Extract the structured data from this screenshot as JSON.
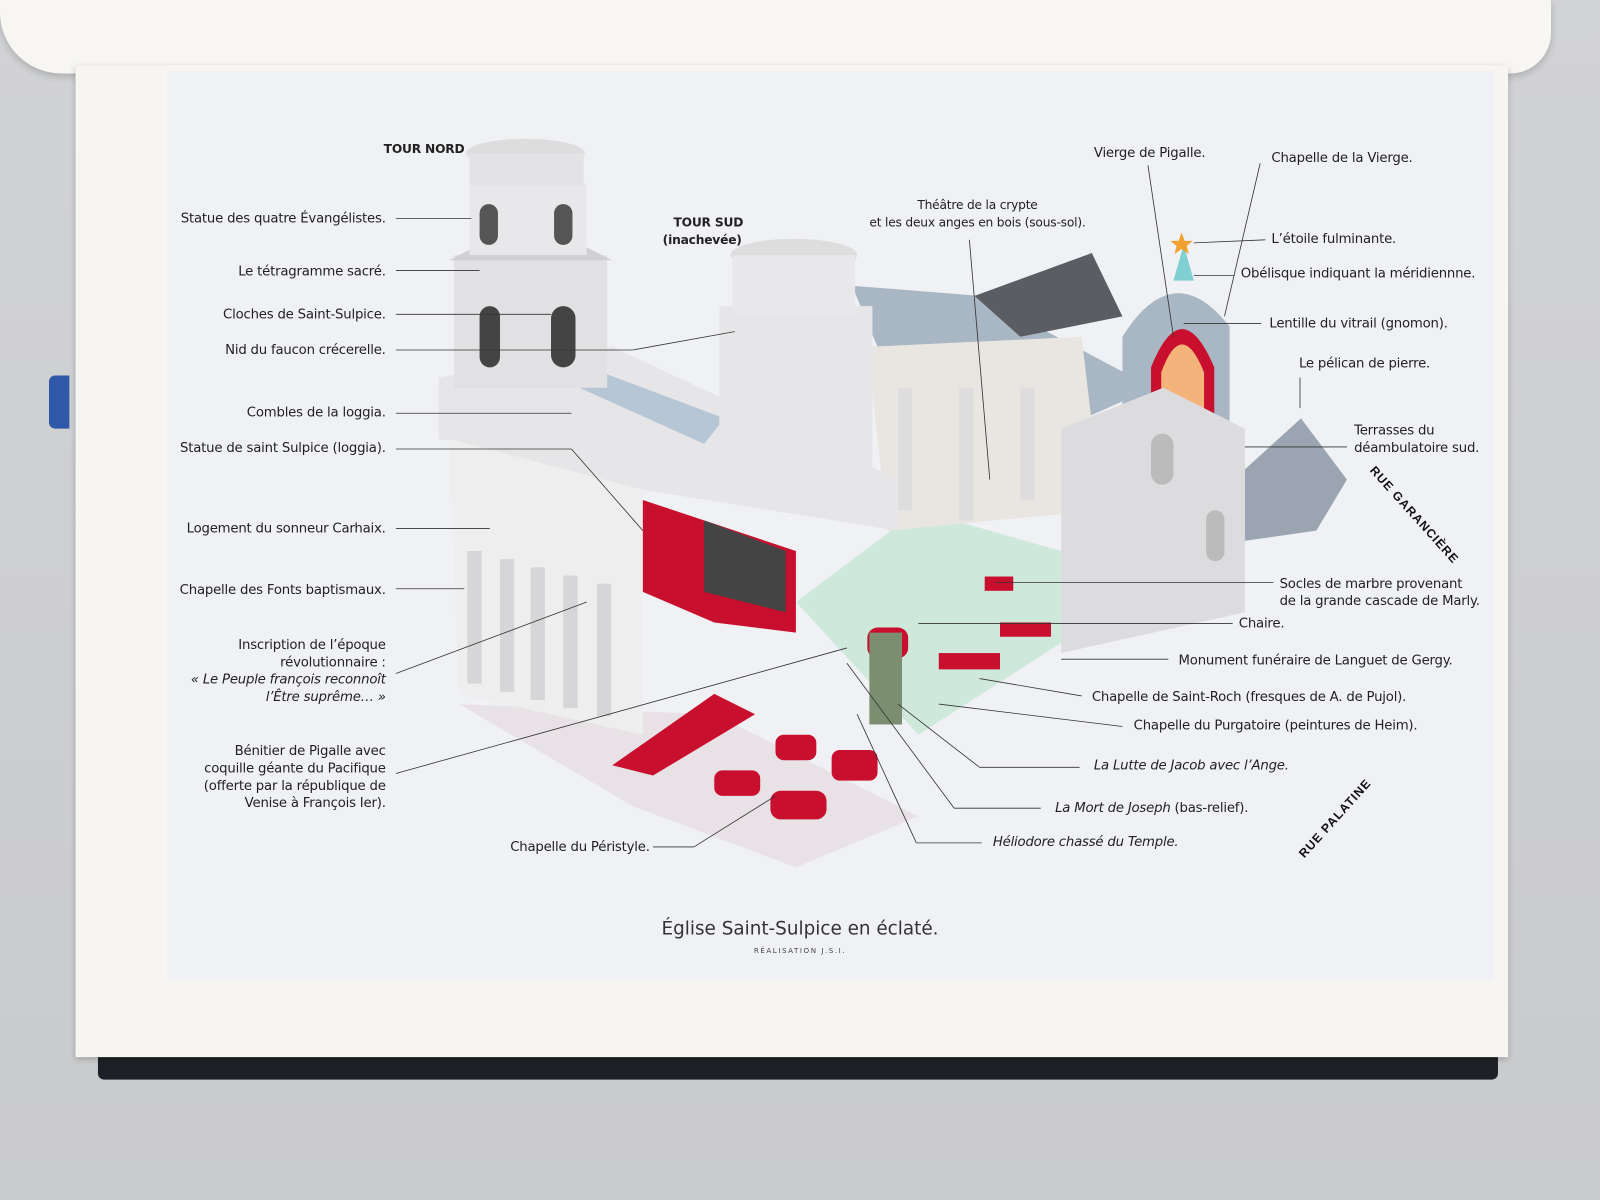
{
  "diagram": {
    "towers": {
      "north": "TOUR NORD",
      "south_line1": "TOUR SUD",
      "south_line2": "(inachevée)"
    },
    "left_labels": [
      "Statue des quatre Évangélistes.",
      "Le tétragramme sacré.",
      "Cloches de Saint-Sulpice.",
      "Nid du faucon crécerelle.",
      "Combles de la loggia.",
      "Statue de saint Sulpice (loggia).",
      "Logement du sonneur Carhaix.",
      "Chapelle des Fonts baptismaux."
    ],
    "inscription": [
      "Inscription de l’époque",
      "révolutionnaire :",
      "« Le Peuple françois reconnoît",
      "l’Être suprême… »"
    ],
    "benitier": [
      "Bénitier de Pigalle avec",
      "coquille géante du Pacifique",
      "(offerte par la république de",
      "Venise à François Ier)."
    ],
    "peristyle": "Chapelle du Péristyle.",
    "crypte": [
      "Théâtre de la crypte",
      "et les deux anges en bois (sous-sol)."
    ],
    "right_labels": {
      "vierge_pigalle": "Vierge de Pigalle.",
      "chapelle_vierge": "Chapelle de la Vierge.",
      "etoile": "L’étoile fulminante.",
      "obelisque": "Obélisque indiquant la méridiennne.",
      "lentille": "Lentille du vitrail (gnomon).",
      "pelican": "Le pélican de pierre.",
      "terrasses": [
        "Terrasses du",
        "déambulatoire sud."
      ],
      "socles": [
        "Socles de marbre provenant",
        "de la grande cascade de Marly."
      ],
      "chaire": "Chaire.",
      "monument": "Monument funéraire de Languet de Gergy.",
      "saint_roch": "Chapelle de Saint-Roch (fresques de A. de Pujol).",
      "purgatoire": "Chapelle du Purgatoire (peintures de Heim).",
      "jacob": "La Lutte de Jacob avec l’Ange.",
      "joseph_italic": "La Mort de Joseph",
      "joseph_rest": " (bas-relief).",
      "heliodore": "Héliodore chassé du Temple."
    },
    "streets": {
      "garanciere": "RUE GARANCIÈRE",
      "palatine": "RUE PALATINE"
    },
    "caption": "Église Saint-Sulpice en éclaté.",
    "credit": "RÉALISATION J.S.I.",
    "colors": {
      "cut": "#c8102e",
      "roof": "#a9b6c4",
      "floor": "#cfe8dc",
      "stone": "#e4e4e6"
    }
  }
}
